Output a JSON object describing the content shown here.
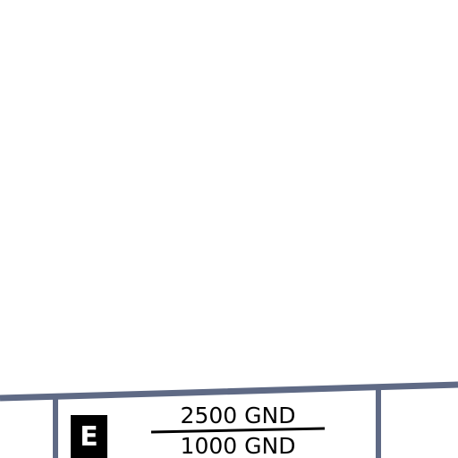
{
  "airspace_label": {
    "class": "E",
    "ceiling": "2500 GND",
    "floor": "1000 GND"
  },
  "colors": {
    "background": "#ffffff",
    "boundary": "#5f6a85",
    "text": "#000000",
    "class_box": "#000000",
    "class_text": "#ffffff"
  }
}
